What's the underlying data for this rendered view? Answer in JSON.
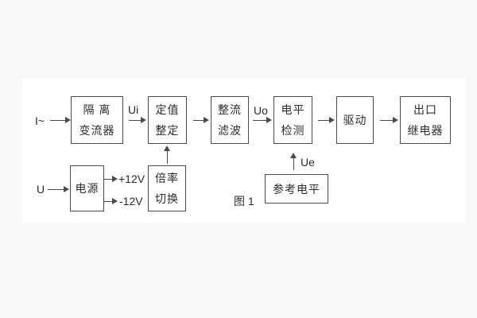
{
  "figure": {
    "caption": "图 1"
  },
  "inputs": {
    "current_input": "I~",
    "voltage_input": "U"
  },
  "signals": {
    "ui": "Ui",
    "uo": "Uo",
    "ue": "Ue",
    "plus_12v": "+12V",
    "minus_12v": "-12V"
  },
  "blocks": {
    "isolation_transformer": {
      "line1": "隔 离",
      "line2": "变流器"
    },
    "setpoint_setting": {
      "line1": "定值",
      "line2": "整定"
    },
    "rectify_filter": {
      "line1": "整流",
      "line2": "滤波"
    },
    "level_detection": {
      "line1": "电平",
      "line2": "检测"
    },
    "drive": {
      "line1": "驱动"
    },
    "outlet_relay": {
      "line1": "出口",
      "line2": "继电器"
    },
    "power_supply": {
      "line1": "电源"
    },
    "ratio_switch": {
      "line1": "倍率",
      "line2": "切换"
    },
    "reference_level": {
      "line1": "参考电平"
    }
  },
  "colors": {
    "line": "#4a4a4a",
    "text": "#2b2b2b",
    "canvas": "#ffffff",
    "page_background": "#f8f8f8"
  }
}
